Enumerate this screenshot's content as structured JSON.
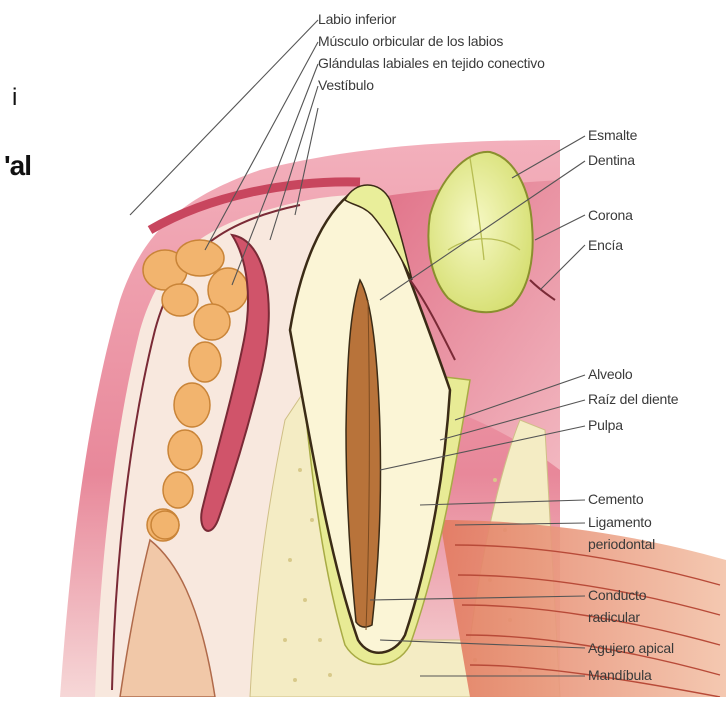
{
  "title_fragments": {
    "line1": "i",
    "line2": "'al"
  },
  "labels": {
    "labio_inferior": "Labio inferior",
    "musculo_orbicular": "Músculo orbicular de los labios",
    "glandulas_labiales": "Glándulas labiales en tejido conectivo",
    "vestibulo": "Vestíbulo",
    "esmalte": "Esmalte",
    "dentina": "Dentina",
    "corona": "Corona",
    "encia": "Encía",
    "alveolo": "Alveolo",
    "raiz_del_diente": "Raíz del diente",
    "pulpa": "Pulpa",
    "cemento": "Cemento",
    "ligamento_periodontal_1": "Ligamento",
    "ligamento_periodontal_2": "periodontal",
    "conducto_radicular_1": "Conducto",
    "conducto_radicular_2": "radicular",
    "agujero_apical": "Agujero apical",
    "mandibula": "Mandíbula"
  },
  "colors": {
    "lip_pink": "#e8889a",
    "lip_dark": "#c8465e",
    "gum_pink": "#eaa0ae",
    "bone_cream": "#f4ecc4",
    "enamel_yellow": "#e9ee9a",
    "dentin_cream": "#fbf5d6",
    "pulp_brown": "#b8733a",
    "gland_orange": "#f2b46e",
    "muscle_red": "#d9664f"
  }
}
